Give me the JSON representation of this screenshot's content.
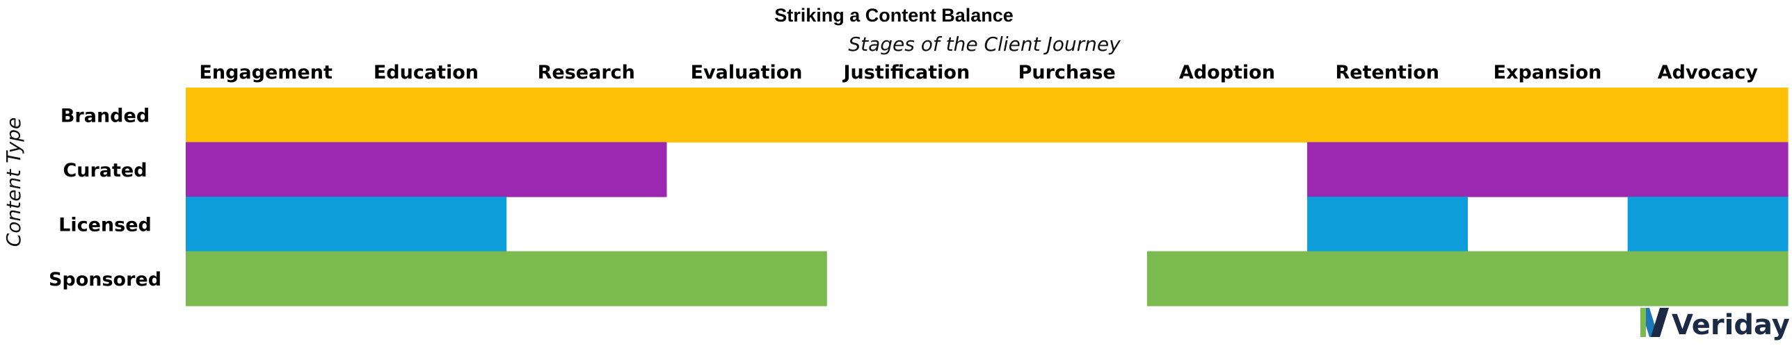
{
  "chart_data": {
    "type": "heatmap",
    "title": "Striking a Content Balance",
    "xlabel": "Stages of the Client Journey",
    "ylabel": "Content Type",
    "categories": [
      "Engagement",
      "Education",
      "Research",
      "Evaluation",
      "Justification",
      "Purchase",
      "Adoption",
      "Retention",
      "Expansion",
      "Advocacy"
    ],
    "series": [
      {
        "name": "Branded",
        "color": "#FFC107",
        "values": [
          1,
          1,
          1,
          1,
          1,
          1,
          1,
          1,
          1,
          1
        ]
      },
      {
        "name": "Curated",
        "color": "#9C27B0",
        "values": [
          1,
          1,
          1,
          0,
          0,
          0,
          0,
          1,
          1,
          1
        ]
      },
      {
        "name": "Licensed",
        "color": "#0D9DDB",
        "values": [
          1,
          1,
          0,
          0,
          0,
          0,
          0,
          1,
          0,
          1
        ]
      },
      {
        "name": "Sponsored",
        "color": "#7CB94E",
        "values": [
          1,
          1,
          1,
          1,
          0,
          0,
          1,
          1,
          1,
          1
        ]
      }
    ]
  },
  "logo": {
    "text": "Veriday",
    "icon": "veriday-v-logo-icon",
    "color": "#1c2b45",
    "accent": "#1C78B8",
    "accent2": "#7CB94E"
  }
}
